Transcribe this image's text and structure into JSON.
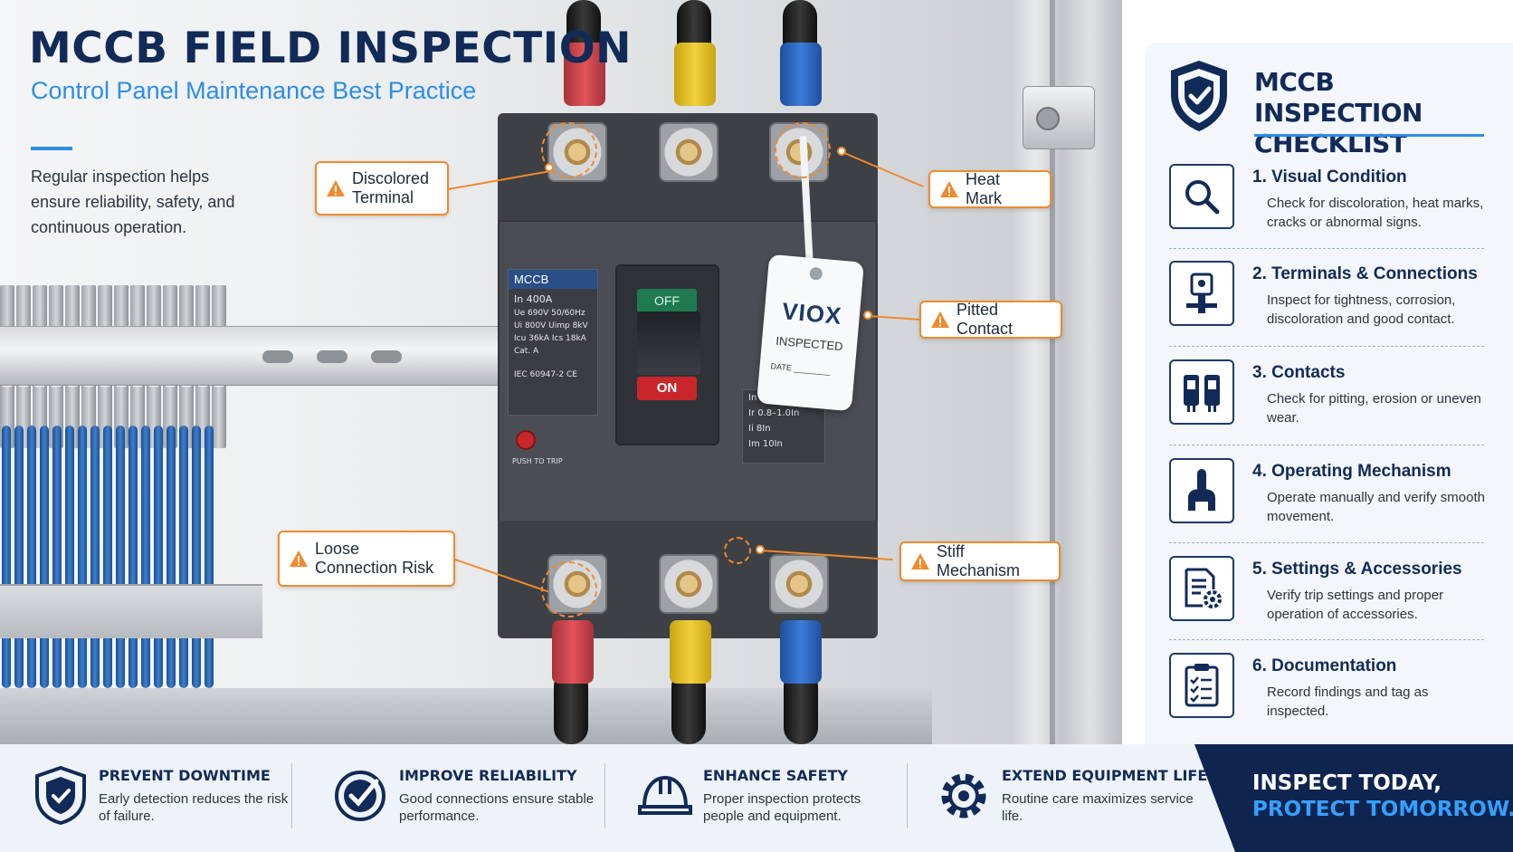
{
  "header": {
    "title": "MCCB FIELD INSPECTION",
    "subtitle": "Control Panel Maintenance Best Practice",
    "intro": "Regular inspection helps ensure reliability, safety, and continuous operation."
  },
  "breaker": {
    "plate_brand": "MCCB",
    "plate_lines": [
      "In  400A",
      "Ue 690V  50/60Hz",
      "Ui  800V  Uimp 8kV",
      "Icu 36kA  Ics 18kA",
      "Cat. A",
      "IEC 60947-2  CE"
    ],
    "off_label": "OFF",
    "on_label": "ON",
    "push_label": "PUSH TO TRIP",
    "settings": [
      "In   400A",
      "Ir   0.8–1.0In",
      "Ii    8In",
      "Im   10In"
    ]
  },
  "tag": {
    "brand": "VIOX",
    "status": "INSPECTED",
    "date_label": "DATE ________"
  },
  "callouts": {
    "discolored": "Discolored Terminal",
    "heat": "Heat Mark",
    "pitted": "Pitted Contact",
    "loose": "Loose Connection Risk",
    "stiff": "Stiff Mechanism"
  },
  "checklist": {
    "title": "MCCB INSPECTION CHECKLIST",
    "items": [
      {
        "icon": "magnifier-icon",
        "title": "1. Visual Condition",
        "desc": "Check for discoloration, heat marks, cracks or abnormal signs."
      },
      {
        "icon": "terminal-icon",
        "title": "2. Terminals & Connections",
        "desc": "Inspect for tightness, corrosion, discoloration and good contact."
      },
      {
        "icon": "contacts-icon",
        "title": "3. Contacts",
        "desc": "Check for pitting, erosion or uneven wear."
      },
      {
        "icon": "lever-icon",
        "title": "4. Operating Mechanism",
        "desc": "Operate manually and verify smooth movement."
      },
      {
        "icon": "settings-doc-icon",
        "title": "5. Settings & Accessories",
        "desc": "Verify trip settings and proper operation of accessories."
      },
      {
        "icon": "clipboard-icon",
        "title": "6. Documentation",
        "desc": "Record findings and tag as inspected."
      }
    ]
  },
  "benefits": [
    {
      "icon": "shield-check-icon",
      "title": "PREVENT DOWNTIME",
      "desc": "Early detection reduces the risk of failure."
    },
    {
      "icon": "check-circle-icon",
      "title": "IMPROVE RELIABILITY",
      "desc": "Good connections ensure stable performance."
    },
    {
      "icon": "hard-hat-icon",
      "title": "ENHANCE SAFETY",
      "desc": "Proper inspection protects people and equipment."
    },
    {
      "icon": "gear-icon",
      "title": "EXTEND EQUIPMENT LIFE",
      "desc": "Routine care maximizes service life."
    }
  ],
  "cta": {
    "line1": "INSPECT TODAY,",
    "line2": "PROTECT TOMORROW."
  },
  "colors": {
    "navy": "#122a57",
    "accent": "#2d8ee6",
    "warning": "#f08a2e",
    "cta_bg": "#0f2550"
  }
}
